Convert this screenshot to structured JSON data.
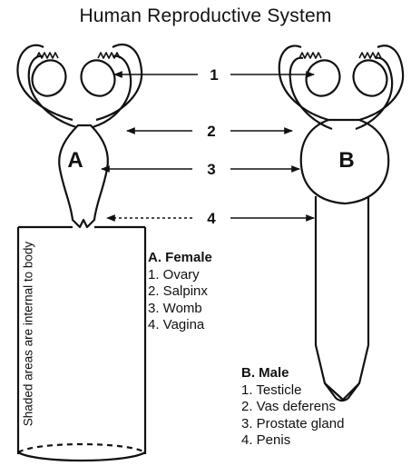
{
  "title": "Human Reproductive System",
  "labels": {
    "female_letter": "A",
    "male_letter": "B",
    "num1": "1",
    "num2": "2",
    "num3": "3",
    "num4": "4"
  },
  "female": {
    "heading": "A. Female",
    "items": [
      "1. Ovary",
      "2. Salpinx",
      "3. Womb",
      "4. Vagina"
    ]
  },
  "male": {
    "heading": "B. Male",
    "items": [
      "1. Testicle",
      "2. Vas deferens",
      "3. Prostate gland",
      "4. Penis"
    ]
  },
  "side_note": "Shaded areas are internal to body"
}
